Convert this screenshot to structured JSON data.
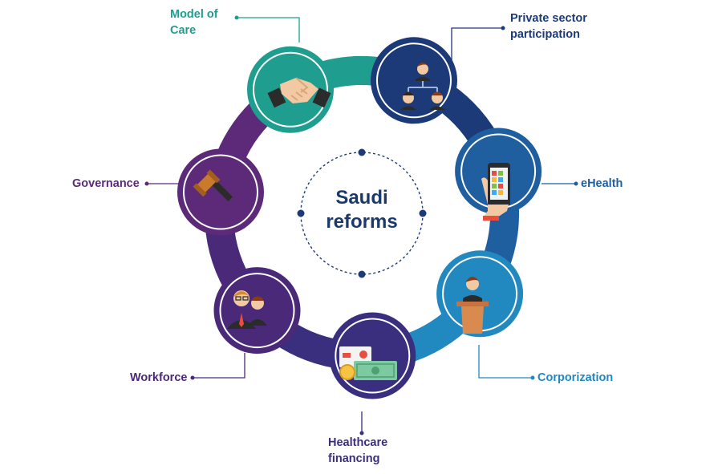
{
  "center": {
    "line1": "Saudi",
    "line2": "reforms"
  },
  "colors": {
    "teal": "#1f9e8f",
    "navy": "#1d3a78",
    "blue": "#1f5fa0",
    "light_blue": "#2289c0",
    "indigo": "#3a2f7e",
    "purple": "#4a2a78",
    "violet": "#5c2a78",
    "center_text": "#1b3a6b"
  },
  "nodes": [
    {
      "id": "model-of-care",
      "line1": "Model of",
      "line2": "Care",
      "icon": "handshake-icon",
      "color": "#1f9e8f"
    },
    {
      "id": "private-sector",
      "line1": "Private sector",
      "line2": "participation",
      "icon": "team-hierarchy-icon",
      "color": "#1d3a78"
    },
    {
      "id": "ehealth",
      "line1": "eHealth",
      "line2": "",
      "icon": "smartphone-apps-icon",
      "color": "#1f5fa0"
    },
    {
      "id": "corporization",
      "line1": "Corporization",
      "line2": "",
      "icon": "speaker-podium-icon",
      "color": "#2289c0"
    },
    {
      "id": "healthcare-financing",
      "line1": "Healthcare",
      "line2": "financing",
      "icon": "money-card-icon",
      "color": "#3a2f7e"
    },
    {
      "id": "workforce",
      "line1": "Workforce",
      "line2": "",
      "icon": "people-group-icon",
      "color": "#4a2a78"
    },
    {
      "id": "governance",
      "line1": "Governance",
      "line2": "",
      "icon": "gavel-icon",
      "color": "#5c2a78"
    }
  ]
}
